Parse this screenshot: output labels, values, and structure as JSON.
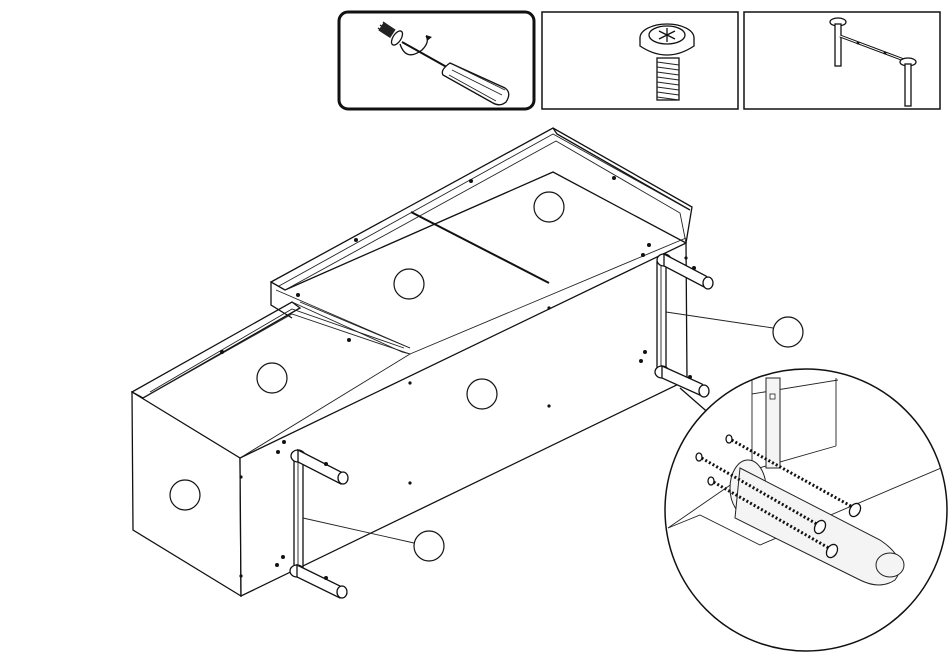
{
  "diagram": {
    "type": "assembly-instruction",
    "callout_circles": [
      {
        "id": "top-shelf-right",
        "label": ""
      },
      {
        "id": "top-shelf-middle",
        "label": ""
      },
      {
        "id": "top-shelf-left",
        "label": ""
      },
      {
        "id": "back-panel",
        "label": ""
      },
      {
        "id": "side-panel",
        "label": ""
      },
      {
        "id": "leg-frame-right",
        "label": ""
      },
      {
        "id": "leg-frame-left",
        "label": ""
      }
    ],
    "icons": [
      "screwdriver-icon",
      "screw-icon",
      "leg-frame-icon"
    ],
    "line_color": "#111111",
    "background": "#ffffff"
  }
}
